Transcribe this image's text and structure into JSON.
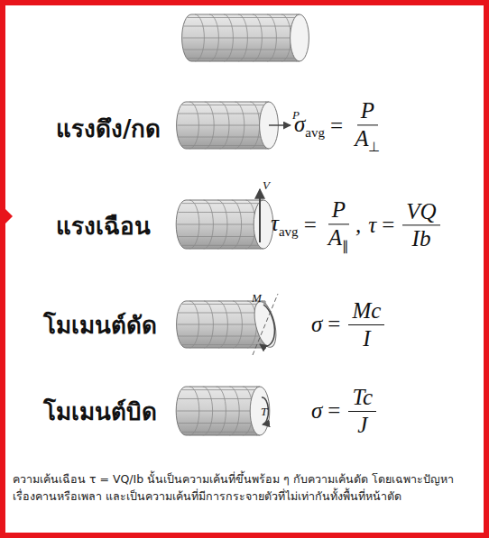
{
  "diagram": {
    "labels": [
      "แรงดึง/กด",
      "P",
      "σavg = P/A⊥",
      "แรงเฉือน",
      "V",
      "τavg = P/A∥, τ = VQ/Ib",
      "โมเมนต์ดัด",
      "M",
      "σ = Mc/I",
      "โมเมนต์บิด",
      "T",
      "σ = Tc/J"
    ],
    "caption": "ความเค้นเฉือน τ = VQ/Ib นั้นเป็นความเค้นที่ขึ้นพร้อม ๆ กับความเค้นดัด โดยเฉพาะปัญหาเรื่องคานหรือเพลา และเป็นความเค้นที่มีการกระจายตัวที่ไม่เท่ากันทั้งพื้นที่หน้าตัด"
  }
}
